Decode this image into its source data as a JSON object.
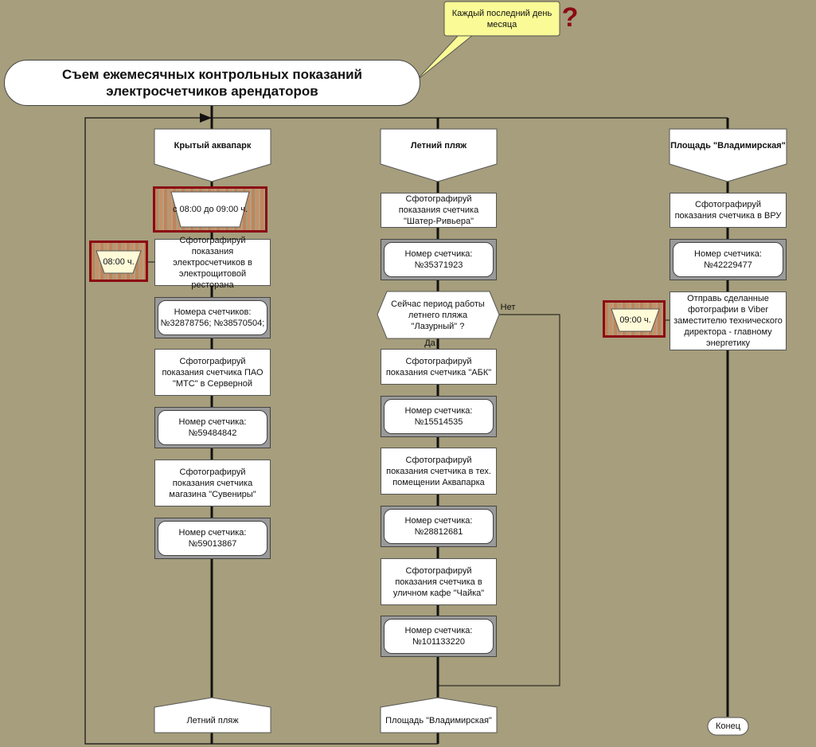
{
  "title": "Съем ежемесячных контрольных показаний электросчетчиков арендаторов",
  "callout": "Каждый последний день месяца",
  "question_mark": "?",
  "columns": [
    {
      "header": "Крытый аквапарк",
      "timer_top": "с 08:00 до 09:00 ч.",
      "timer_side": "08:00 ч.",
      "steps": [
        "Сфотографируй показания электросчетчиков в электрощитовой ресторана",
        "Номера счетчиков: №32878756; №38570504;",
        "Сфотографируй показания счетчика ПАО \"МТС\" в Серверной",
        "Номер счетчика: №59484842",
        "Сфотографируй показания счетчика магазина \"Сувениры\"",
        "Номер счетчика: №59013867"
      ],
      "footer": "Летний пляж"
    },
    {
      "header": "Летний пляж",
      "steps": [
        "Сфотографируй показания счетчика \"Шатер-Ривьера\"",
        "Номер счетчика: №35371923",
        "Сфотографируй показания счетчика \"АБК\"",
        "Номер счетчика: №15514535",
        "Сфотографируй показания счетчика в тех. помещении Аквапарка",
        "Номер счетчика: №28812681",
        "Сфотографируй показания счетчика в уличном кафе \"Чайка\"",
        "Номер счетчика: №101133220"
      ],
      "decision": "Сейчас период работы летнего пляжа \"Лазурный\" ?",
      "yes": "Да",
      "no": "Нет",
      "footer": "Площадь \"Владимирская\""
    },
    {
      "header": "Площадь \"Владимирская\"",
      "timer_side": "09:00 ч.",
      "steps": [
        "Сфотографируй показания счетчика в ВРУ",
        "Номер счетчика: №42229477",
        "Отправь сделанные фотографии в Viber заместителю технического директора - главному энергетику"
      ],
      "end": "Конец"
    }
  ]
}
